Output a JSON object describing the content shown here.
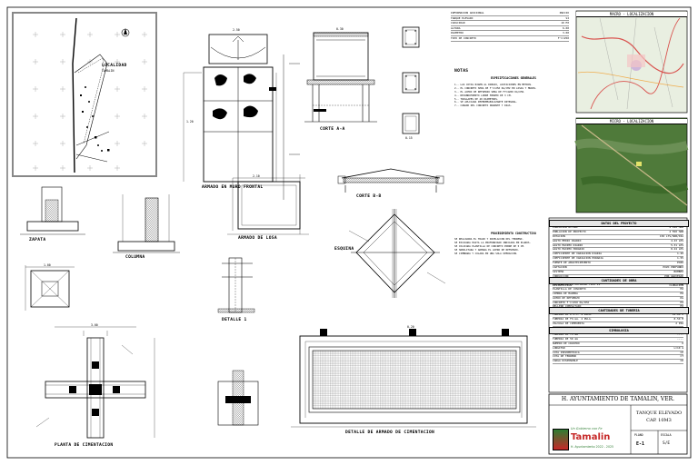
{
  "sheet": {
    "border_color": "#000000",
    "drawing_titles": {
      "site_plan_title": "LOCALIDAD",
      "site_plan_subtitle": "TAMALIN",
      "wall_reinforcement": "ARMADO EN MURO FRONTAL",
      "section_a": "CORTE A-A",
      "section_b": "CORTE B-B",
      "slab_reinforcement": "ARMADO DE LOSA",
      "corner_detail": "ESQUINA",
      "footing_plan": "PLANTA DE CIMENTACION",
      "footing_detail": "DETALLE DE ARMADO DE CIMENTACION",
      "detail_1": "DETALLE 1",
      "zapata": "ZAPATA",
      "columna": "COLUMNA"
    },
    "dim_labels": [
      "2.50",
      "1.20",
      "0.30",
      "2.10",
      "0.15",
      "3.00",
      "1.00",
      "0.20"
    ],
    "notes_header": "NOTAS",
    "notes_subheader": "ESPECIFICACIONES GENERALES",
    "notes": [
      "1.- LAS COTAS RIGEN AL DIBUJO, ACOTACIONES EN METROS.",
      "2.- EL CONCRETO SERA DE F'C=250 KG/CM2 EN LOSAS Y MUROS.",
      "3.- EL ACERO DE REFUERZO SERA DE FY=4200 KG/CM2.",
      "4.- RECUBRIMIENTO LIBRE MINIMO DE 3 CM.",
      "5.- TRASLAPES DE 40 DIAMETROS.",
      "6.- SE APLICARA IMPERMEABILIZANTE INTEGRAL.",
      "7.- CURADO DEL CONCRETO DURANTE 7 DIAS."
    ],
    "notes2_header": "PROCEDIMIENTO CONSTRUCTIVO",
    "notes2": [
      "SE REALIZARA EL TRAZO Y NIVELACION DEL TERRENO.",
      "SE EXCAVARA HASTA LA PROFUNDIDAD INDICADA EN PLANOS.",
      "SE COLOCARA PLANTILLA DE CONCRETO POBRE DE 5 CM.",
      "SE HABILITARA Y ARMARA EL ACERO DE REFUERZO.",
      "SE CIMBRARA Y COLARA EN UNA SOLA OPERACION."
    ],
    "top_table": [
      [
        "INFORMACION ADICIONAL",
        "INICIO"
      ],
      [
        "TANQUE ELEVADO",
        "SI"
      ],
      [
        "CAPACIDAD",
        "10 M3"
      ],
      [
        "ALTURA",
        "6.00"
      ],
      [
        "DIAMETRO",
        "3.00"
      ],
      [
        "TIPO DE CONCRETO",
        "F'C=250"
      ]
    ],
    "maps": {
      "macro_title": "MACRO - LOCALIZACION",
      "micro_title": "MICRO - LOCALIZACION"
    },
    "project_data": {
      "title": "DATOS DEL PROYECTO",
      "rows": [
        [
          "POBLACION ACTUAL",
          "2 122 HAB"
        ],
        [
          "POBLACION DE PROYECTO",
          "2 550 HAB"
        ],
        [
          "DOTACION",
          "150 LTS/HAB/DIA"
        ],
        [
          "GASTO MEDIO DIARIO",
          "4.43 LPS"
        ],
        [
          "GASTO MAXIMO DIARIO",
          "5.31 LPS"
        ],
        [
          "GASTO MAXIMO HORARIO",
          "8.24 LPS"
        ],
        [
          "COEFICIENTE DE VARIACION DIARIA",
          "1.20"
        ],
        [
          "COEFICIENTE DE VARIACION HORARIA",
          "1.55"
        ],
        [
          "FUENTE DE ABASTECIMIENTO",
          "POZO"
        ],
        [
          "CAPTACION",
          "POZO PROFUNDO"
        ],
        [
          "SISTEMA",
          "BOMBEO"
        ],
        [
          "CONDUCCION",
          "POR GRAVEDAD"
        ],
        [
          "REGULARIZACION",
          "TANQUE ELEVADO"
        ],
        [
          "DESINFECCION",
          "CLORACION"
        ]
      ]
    },
    "quantities": {
      "title": "CANTIDADES DE OBRA",
      "rows": [
        [
          "EXCAVACION EN MATERIAL TIPO II",
          "M3"
        ],
        [
          "PLANTILLA DE CONCRETO",
          "M2"
        ],
        [
          "CIMBRA DE MADERA",
          "M2"
        ],
        [
          "ACERO DE REFUERZO",
          "KG"
        ],
        [
          "CONCRETO F'C=250 KG/CM2",
          "M3"
        ],
        [
          "RELLENO COMPACTADO",
          "M3"
        ]
      ]
    },
    "pipes": {
      "title": "CANTIDADES DE TUBERIA",
      "rows": [
        [
          "TUBERIA DE P.V.C. 4 PULG.",
          "12.00 M"
        ],
        [
          "TUBERIA DE FO.GA. 2 PULG.",
          "8.50 M"
        ],
        [
          "VALVULA DE COMPUERTA",
          "2 PZA"
        ]
      ]
    },
    "symbology": {
      "title": "SIMBOLOGIA",
      "rows": [
        [
          "TUBERIA DE 75 mm",
          "----"
        ],
        [
          "TUBERIA DE 50 mm",
          "----"
        ],
        [
          "NUMERO DE CRUCERO",
          "O"
        ],
        [
          "LONGITUD",
          "L=10 m"
        ],
        [
          "COTA PIEZOMETRICA",
          "CP"
        ],
        [
          "COTA DE TERRENO",
          "CT"
        ],
        [
          "CARGA DISPONIBLE",
          "CD"
        ]
      ]
    },
    "title_block": {
      "ayuntamiento": "H. AYUNTAMIENTO DE TAMALIN, VER.",
      "project_title": "TANQUE ELEVADO",
      "capacity": "CAP. 10M3",
      "logo_text": "Tamalin",
      "logo_sub": "Un Gobierno con Fe",
      "period": "H. Ayuntamiento 2022 - 2025",
      "sheet_label": "PLANO",
      "sheet_number": "E-1",
      "scale_label": "ESCALA",
      "scale_value": "S/E"
    },
    "colors": {
      "logo_green": "#2e7d32",
      "logo_red": "#c62828",
      "map_road": "#d9534f",
      "map_land": "#e9efe1",
      "sat_green": "#4f7a3a"
    }
  }
}
